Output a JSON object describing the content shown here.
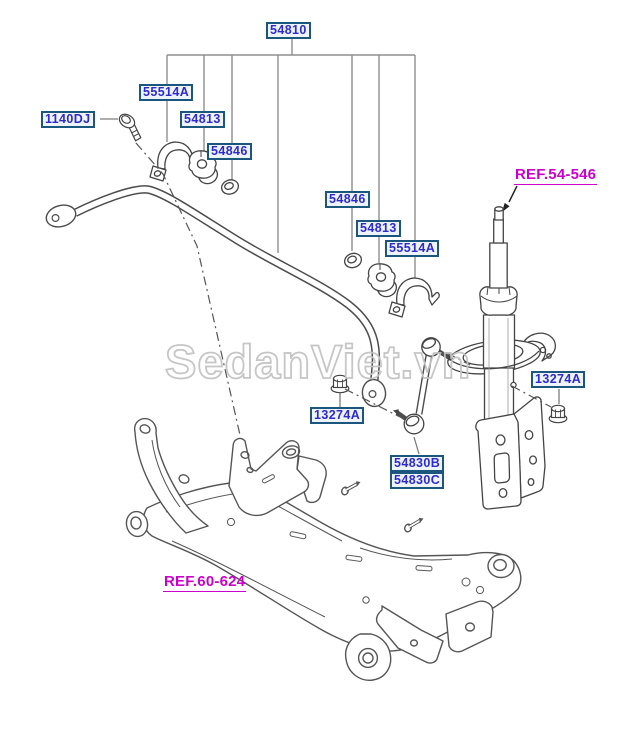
{
  "diagram": {
    "watermark_text": "SedanViet.vn",
    "colors": {
      "part_label_text": "#2b2bd0",
      "part_label_border": "#1b567f",
      "part_label_background": "#eef3fa",
      "ref_label_text": "#cc00cc",
      "line_art": "#4a4a4a",
      "assembly_line": "#8f8f8f",
      "watermark": "#c3c3c3"
    },
    "part_labels": {
      "p54810": "54810",
      "p55514a_left": "55514A",
      "p1140dj": "1140DJ",
      "p54813_left": "54813",
      "p54846_left": "54846",
      "p54846_right": "54846",
      "p54813_right": "54813",
      "p55514a_right": "55514A",
      "p13274a_left": "13274A",
      "p13274a_right": "13274A",
      "p54830b": "54830B",
      "p54830c": "54830C"
    },
    "ref_labels": {
      "ref_54_546": "REF.54-546",
      "ref_60_624": "REF.60-624"
    }
  }
}
